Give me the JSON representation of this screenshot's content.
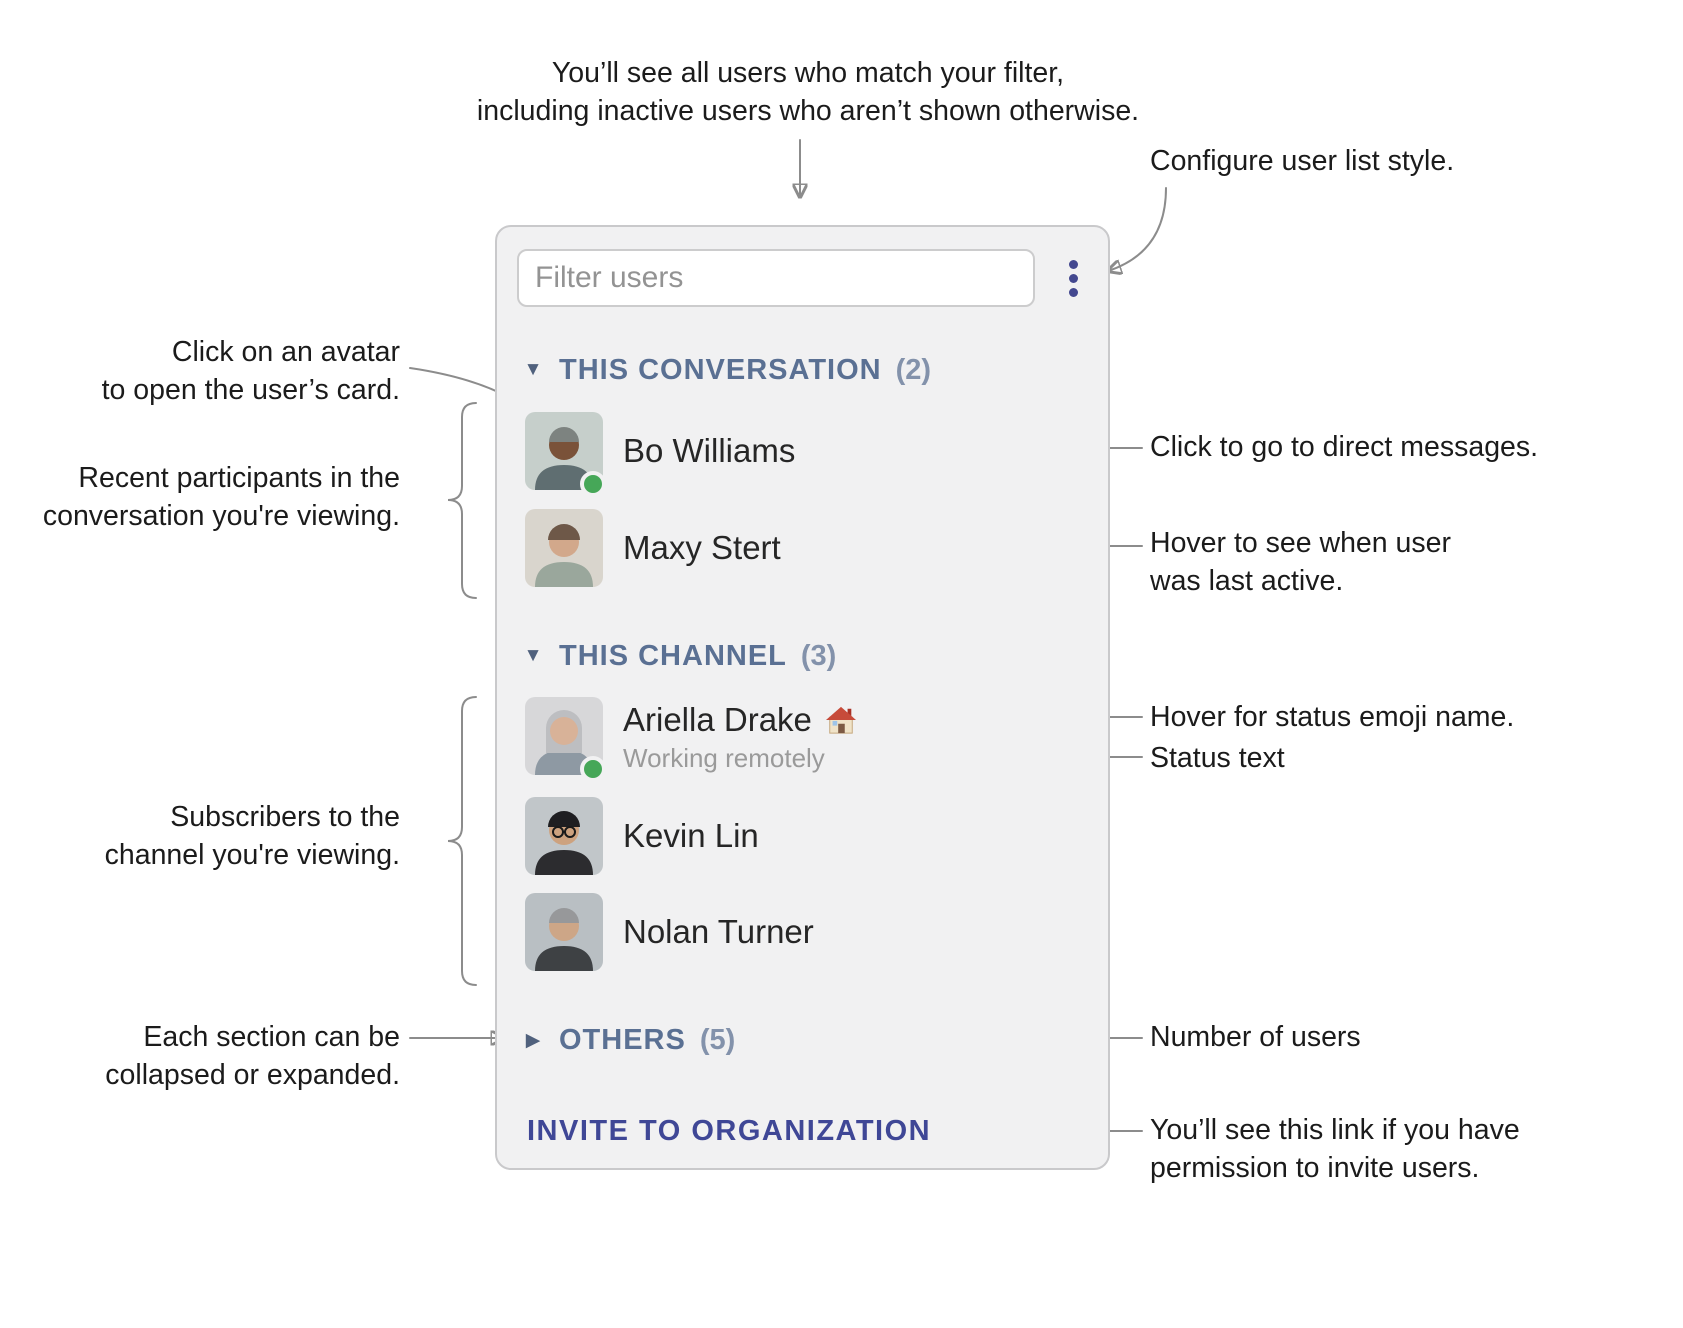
{
  "annotations": {
    "top_note": "You’ll see all users who match your filter,\nincluding inactive users who aren’t shown otherwise.",
    "configure_note": "Configure user list style.",
    "avatar_note": "Click on an avatar\nto open the user’s card.",
    "participants_note": "Recent participants in the\nconversation you're viewing.",
    "dm_note": "Click to go to direct messages.",
    "last_active_note": "Hover to see when user\nwas last active.",
    "status_emoji_note": "Hover for status emoji name.",
    "status_text_note": "Status text",
    "subscribers_note": "Subscribers to the\nchannel you're viewing.",
    "collapse_note": "Each section can be\ncollapsed or expanded.",
    "count_note": "Number of users",
    "invite_note": "You’ll see this link if you have\npermission to invite users."
  },
  "icons": {
    "section_expanded": "▼",
    "section_collapsed": "▶",
    "menu": "kebab-vertical-dots",
    "status_emoji_name": "house"
  },
  "panel": {
    "filter_placeholder": "Filter users",
    "sections": [
      {
        "label": "THIS CONVERSATION",
        "count": "(2)",
        "collapsed": false,
        "users": [
          {
            "name": "Bo Williams",
            "presence": "active"
          },
          {
            "name": "Maxy Stert",
            "presence": "offline"
          }
        ]
      },
      {
        "label": "THIS CHANNEL",
        "count": "(3)",
        "collapsed": false,
        "users": [
          {
            "name": "Ariella Drake",
            "status_emoji": "🏠",
            "status_text": "Working remotely",
            "presence": "active"
          },
          {
            "name": "Kevin Lin",
            "presence": "offline"
          },
          {
            "name": "Nolan Turner",
            "presence": "offline"
          }
        ]
      },
      {
        "label": "OTHERS",
        "count": "(5)",
        "collapsed": true,
        "users": []
      }
    ],
    "invite_link": "INVITE TO ORGANIZATION"
  },
  "colors": {
    "accent_indigo": "#43488f",
    "section_header": "#5a7093",
    "section_count": "#8392ab",
    "invite_link": "#3f4796",
    "presence_active": "#46a758",
    "panel_bg": "#f1f1f2",
    "panel_border": "#c9c9cb",
    "connector": "#8c8c8c",
    "status_text": "#9a9a9a",
    "note_text": "#1b1b1b"
  }
}
